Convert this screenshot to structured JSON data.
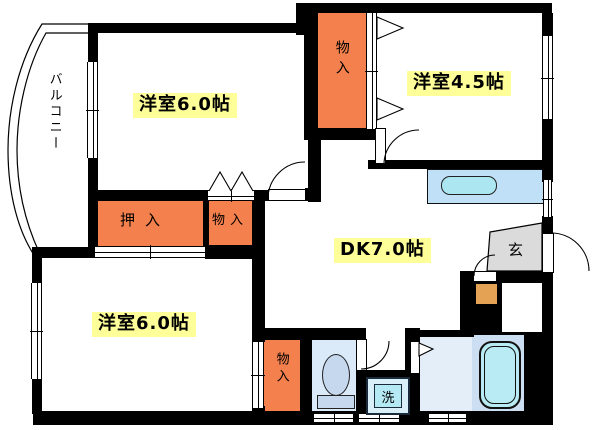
{
  "plan": {
    "balcony_label": "バルコニー",
    "rooms": {
      "bedroom_top": "洋室6.0帖",
      "bedroom_right": "洋室4.5帖",
      "bedroom_bottom": "洋室6.0帖",
      "dk": "DK7.0帖",
      "entrance": "玄"
    },
    "storage": {
      "closet_top": "物入",
      "oshiire": "押入",
      "closet_mid": "物入",
      "closet_bottom": "物入"
    },
    "laundry": "洗",
    "colors": {
      "wall": "#000000",
      "closet_orange": "#F4804D",
      "heater_orange": "#E3A254",
      "label_yellow": "#FFFF99",
      "counter_blue": "#BFE0F7",
      "tub_cyan": "#B9EBF4",
      "bathroom_blue": "#CCDFF2",
      "toilet_blue": "#DAEAF8",
      "entrance_gray": "#DBDBDB"
    }
  }
}
